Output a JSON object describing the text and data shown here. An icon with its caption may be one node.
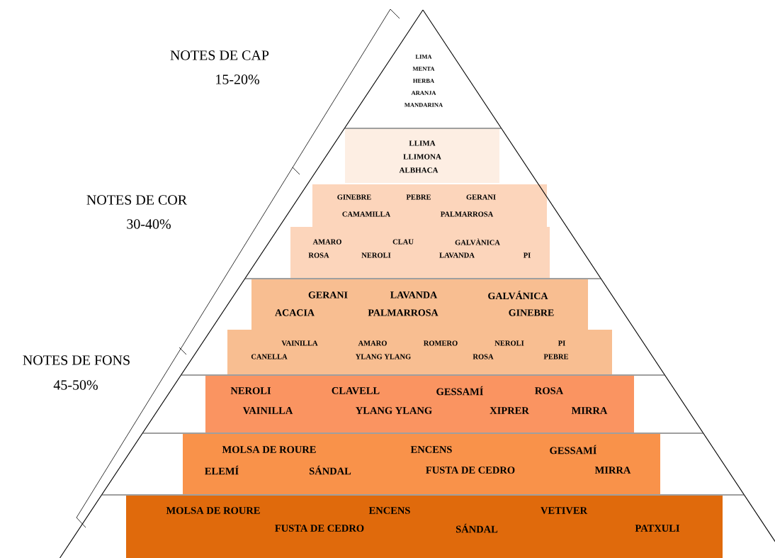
{
  "diagram": {
    "nodes": [
      {
        "text": [
          "LIMA",
          "MENTA",
          "HERBA",
          "ARANJA",
          "MANDARINA"
        ]
      },
      {
        "text": [
          "LLIMA",
          "LLIMONA",
          "ALBHACA"
        ]
      },
      {
        "text": [
          "GINEBRE",
          "PEBRE",
          "GERANI",
          "CAMAMILLA",
          "PALMARROSA"
        ]
      },
      {
        "text": [
          "AMARO",
          "CLAU",
          "GALVÀNICA",
          "ROSA",
          "NEROLI",
          "LAVANDA",
          "PI"
        ]
      },
      {
        "text": [
          "GERANI",
          "LAVANDA",
          "GALVÁNICA",
          "ACACIA",
          "PALMARROSA",
          "GINEBRE"
        ]
      },
      {
        "text": [
          "VAINILLA",
          "AMARO",
          "ROMERO",
          "NEROLI",
          "PI",
          "CANELLA",
          "YLANG YLANG",
          "ROSA",
          "PEBRE"
        ]
      },
      {
        "text": [
          "NEROLI",
          "CLAVELL",
          "GESSAMÍ",
          "ROSA",
          "VAINILLA",
          "YLANG YLANG",
          "XIPRER",
          "MIRRA"
        ]
      },
      {
        "text": [
          "MOLSA DE ROURE",
          "ENCENS",
          "GESSAMÍ",
          "ELEMÍ",
          "SÁNDAL",
          "FUSTA DE CEDRO",
          "MIRRA"
        ]
      },
      {
        "text": [
          "MOLSA DE ROURE",
          "ENCENS",
          "VETIVER",
          "FUSTA DE CEDRO",
          "SÁNDAL",
          "PATXULI"
        ]
      }
    ],
    "labels": [
      "NOTES DE CAP",
      "15-20%",
      "NOTES DE COR",
      "30-40%",
      "NOTES DE FONS",
      "45-50%"
    ]
  }
}
